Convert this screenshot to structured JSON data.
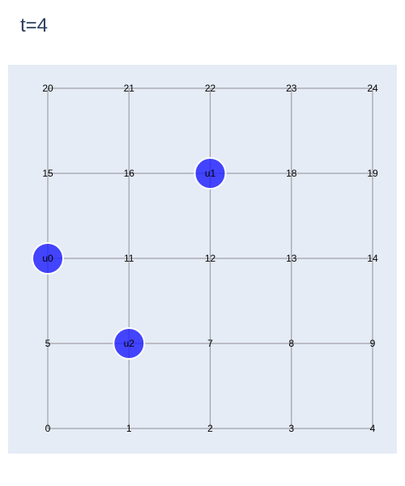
{
  "figure": {
    "title": "t=4",
    "colors": {
      "plot_background": "#e5ecf6",
      "edge": "#a0a0a8",
      "node_label": "#000000",
      "agent_fill": "#1a1aff",
      "agent_outline": "#ffffff",
      "title": "#2a3f5f"
    }
  },
  "chart_data": {
    "type": "scatter",
    "description_kind": "grid-graph",
    "grid": {
      "columns": 5,
      "rows": 5
    },
    "xlim": [
      0,
      4
    ],
    "ylim": [
      0,
      4
    ],
    "nodes": [
      {
        "id": 0,
        "label": "0",
        "x": 0,
        "y": 0
      },
      {
        "id": 1,
        "label": "1",
        "x": 1,
        "y": 0
      },
      {
        "id": 2,
        "label": "2",
        "x": 2,
        "y": 0
      },
      {
        "id": 3,
        "label": "3",
        "x": 3,
        "y": 0
      },
      {
        "id": 4,
        "label": "4",
        "x": 4,
        "y": 0
      },
      {
        "id": 5,
        "label": "5",
        "x": 0,
        "y": 1
      },
      {
        "id": 6,
        "label": "",
        "x": 1,
        "y": 1
      },
      {
        "id": 7,
        "label": "7",
        "x": 2,
        "y": 1
      },
      {
        "id": 8,
        "label": "8",
        "x": 3,
        "y": 1
      },
      {
        "id": 9,
        "label": "9",
        "x": 4,
        "y": 1
      },
      {
        "id": 10,
        "label": "",
        "x": 0,
        "y": 2
      },
      {
        "id": 11,
        "label": "11",
        "x": 1,
        "y": 2
      },
      {
        "id": 12,
        "label": "12",
        "x": 2,
        "y": 2
      },
      {
        "id": 13,
        "label": "13",
        "x": 3,
        "y": 2
      },
      {
        "id": 14,
        "label": "14",
        "x": 4,
        "y": 2
      },
      {
        "id": 15,
        "label": "15",
        "x": 0,
        "y": 3
      },
      {
        "id": 16,
        "label": "16",
        "x": 1,
        "y": 3
      },
      {
        "id": 17,
        "label": "",
        "x": 2,
        "y": 3
      },
      {
        "id": 18,
        "label": "18",
        "x": 3,
        "y": 3
      },
      {
        "id": 19,
        "label": "19",
        "x": 4,
        "y": 3
      },
      {
        "id": 20,
        "label": "20",
        "x": 0,
        "y": 4
      },
      {
        "id": 21,
        "label": "21",
        "x": 1,
        "y": 4
      },
      {
        "id": 22,
        "label": "22",
        "x": 2,
        "y": 4
      },
      {
        "id": 23,
        "label": "23",
        "x": 3,
        "y": 4
      },
      {
        "id": 24,
        "label": "24",
        "x": 4,
        "y": 4
      }
    ],
    "agents": [
      {
        "name": "u0",
        "node": 10,
        "x": 0,
        "y": 2
      },
      {
        "name": "u1",
        "node": 17,
        "x": 2,
        "y": 3
      },
      {
        "name": "u2",
        "node": 6,
        "x": 1,
        "y": 1
      }
    ]
  }
}
